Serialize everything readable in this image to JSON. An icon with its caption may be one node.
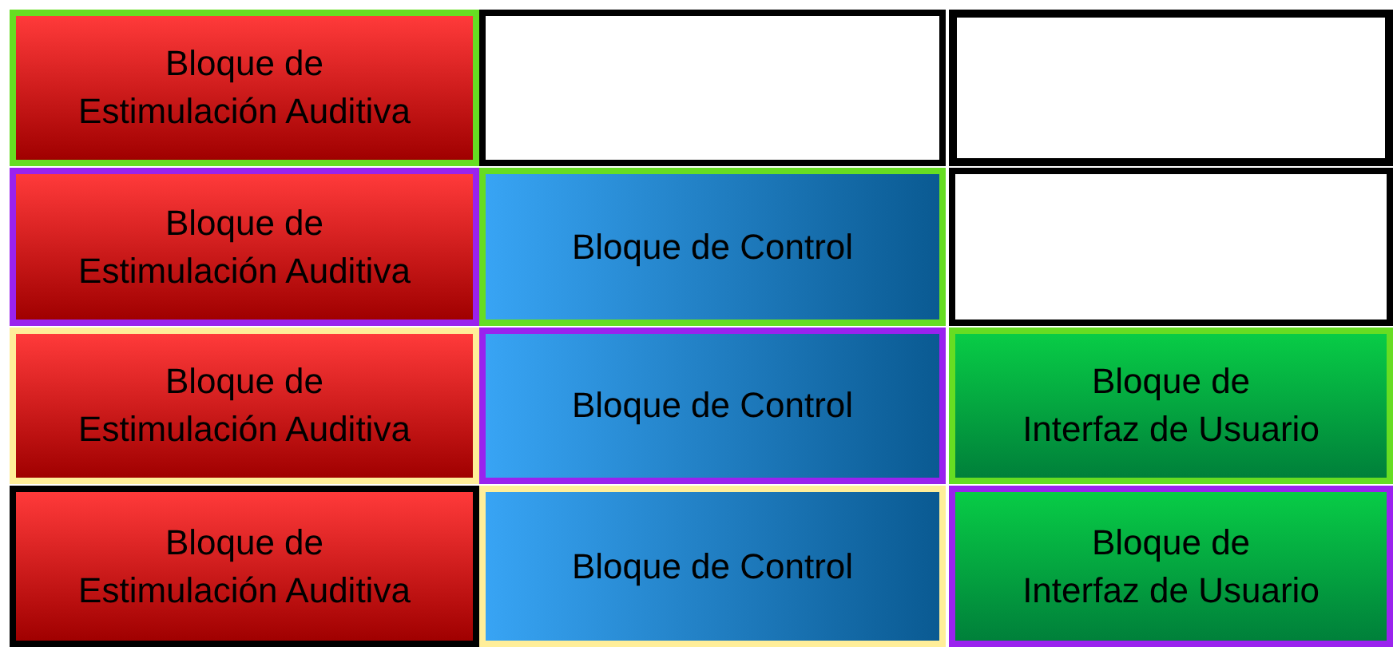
{
  "diagram": {
    "nodes": [
      {
        "text": [
          "Bloque de Estimulación Auditiva"
        ]
      },
      {
        "text": [],
        "shape": "box"
      },
      {
        "text": [],
        "shape": "box"
      },
      {
        "text": [
          "Bloque de Estimulación Auditiva"
        ]
      },
      {
        "text": [
          "Bloque de Control"
        ]
      },
      {
        "text": [],
        "shape": "box"
      },
      {
        "text": [
          "Bloque de Estimulación Auditiva"
        ]
      },
      {
        "text": [
          "Bloque de Control"
        ]
      },
      {
        "text": [
          "Bloque de Interfaz de Usuario"
        ]
      },
      {
        "text": [
          "Bloque de Estimulación Auditiva"
        ]
      },
      {
        "text": [
          "Bloque de Control"
        ]
      },
      {
        "text": [
          "Bloque de Interfaz de Usuario"
        ]
      }
    ]
  }
}
